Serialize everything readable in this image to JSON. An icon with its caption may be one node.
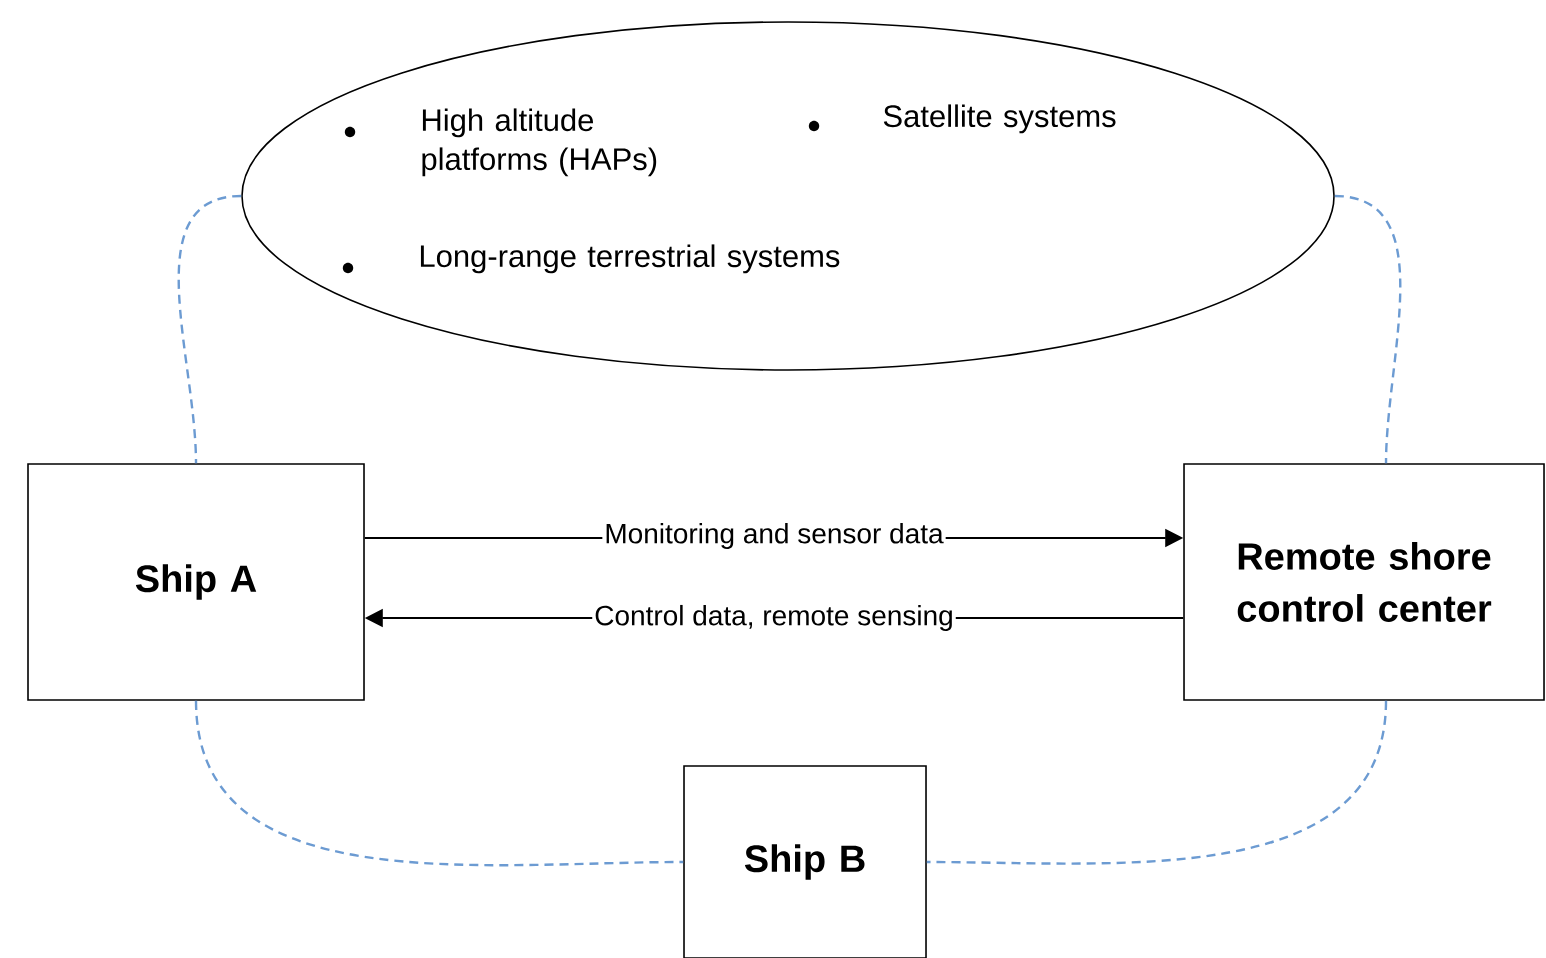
{
  "diagram": {
    "nodes": [
      {
        "text": [
          "High altitude platforms (HAPs)",
          "Satellite systems",
          "Long-range terrestrial systems"
        ]
      },
      {
        "text": [
          "Ship A"
        ]
      },
      {
        "text": [
          "Remote shore control center"
        ]
      },
      {
        "text": [
          "Ship B"
        ]
      }
    ],
    "edges": [
      {
        "from": 1,
        "to": 2,
        "arrow": "to",
        "label": "Monitoring and sensor data",
        "color": "#000000"
      },
      {
        "from": 2,
        "to": 1,
        "arrow": "to",
        "label": "Control data, remote sensing",
        "color": "#000000"
      },
      {
        "from": 0,
        "to": 1,
        "arrow": "none",
        "style": "dashed",
        "color": "#6c9bd2"
      },
      {
        "from": 0,
        "to": 2,
        "arrow": "none",
        "style": "dashed",
        "color": "#6c9bd2"
      },
      {
        "from": 1,
        "to": 3,
        "arrow": "none",
        "style": "dashed",
        "color": "#6c9bd2"
      },
      {
        "from": 2,
        "to": 3,
        "arrow": "none",
        "style": "dashed",
        "color": "#6c9bd2"
      }
    ]
  }
}
